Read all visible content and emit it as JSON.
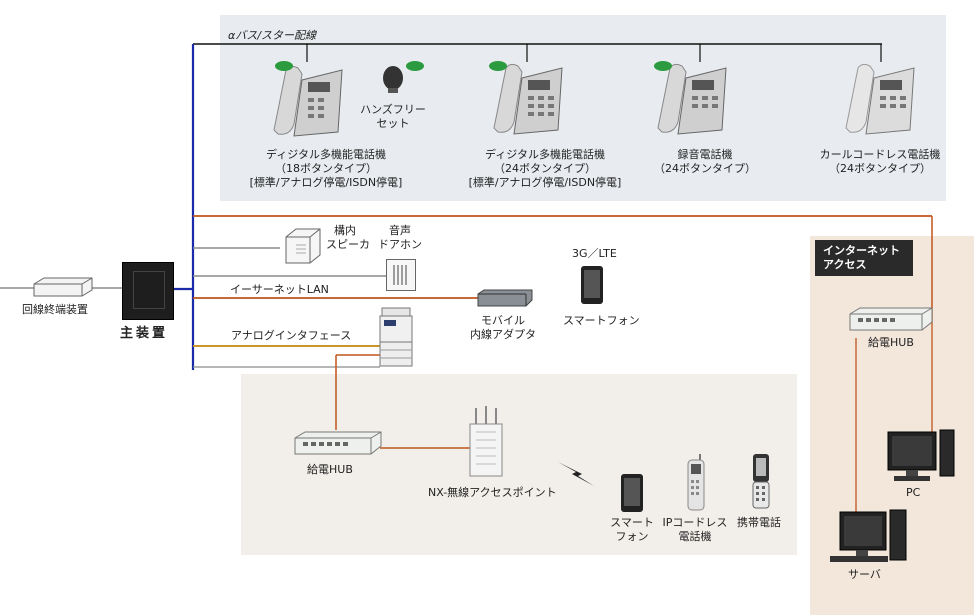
{
  "title": "αバス/スター配線",
  "nodes": {
    "line_terminal": "回線終端装置",
    "main_unit": "主装置",
    "phone18": [
      "ディジタル多機能電話機",
      "（18ボタンタイプ）",
      "[標準/アナログ停電/ISDN停電]"
    ],
    "handsfree": [
      "ハンズフリー",
      "セット"
    ],
    "phone24": [
      "ディジタル多機能電話機",
      "（24ボタンタイプ）",
      "[標準/アナログ停電/ISDN停電]"
    ],
    "recorder": [
      "録音電話機",
      "（24ボタンタイプ）"
    ],
    "cordless": [
      "カールコードレス電話機",
      "（24ボタンタイプ）"
    ],
    "speaker": [
      "構内",
      "スピーカ"
    ],
    "doorphone": [
      "音声",
      "ドアホン"
    ],
    "ethernet": "イーサーネットLAN",
    "analog_if": "アナログインタフェース",
    "mobile_adapter": [
      "モバイル",
      "内線アダプタ"
    ],
    "lte": "3G／LTE",
    "smartphone_top": "スマートフォン",
    "internet": [
      "インターネット",
      "アクセス"
    ],
    "poe_hub_right": "給電HUB",
    "pc": "PC",
    "server": "サーバ",
    "poe_hub_bottom": "給電HUB",
    "ap": "NX-無線アクセスポイント",
    "smartphone_bottom": [
      "スマート",
      "フォン"
    ],
    "ip_cordless": [
      "IPコードレス",
      "電話機"
    ],
    "mobile_phone": "携帯電話"
  },
  "colors": {
    "main_bus": "#1a2aa8",
    "star_wire": "#c0541c",
    "gray_wire": "#8a8a8a",
    "analog_wire": "#c8962a",
    "panel_top": "#e8ecf0",
    "panel_bottom": "#f2efea",
    "panel_right": "#f3e7dc"
  },
  "icons": [
    "eco-badge-icon",
    "phone-icon",
    "headset-icon",
    "tablet-icon",
    "hub-icon",
    "copier-icon",
    "access-point-icon",
    "pc-icon",
    "server-icon",
    "lightning-icon"
  ]
}
